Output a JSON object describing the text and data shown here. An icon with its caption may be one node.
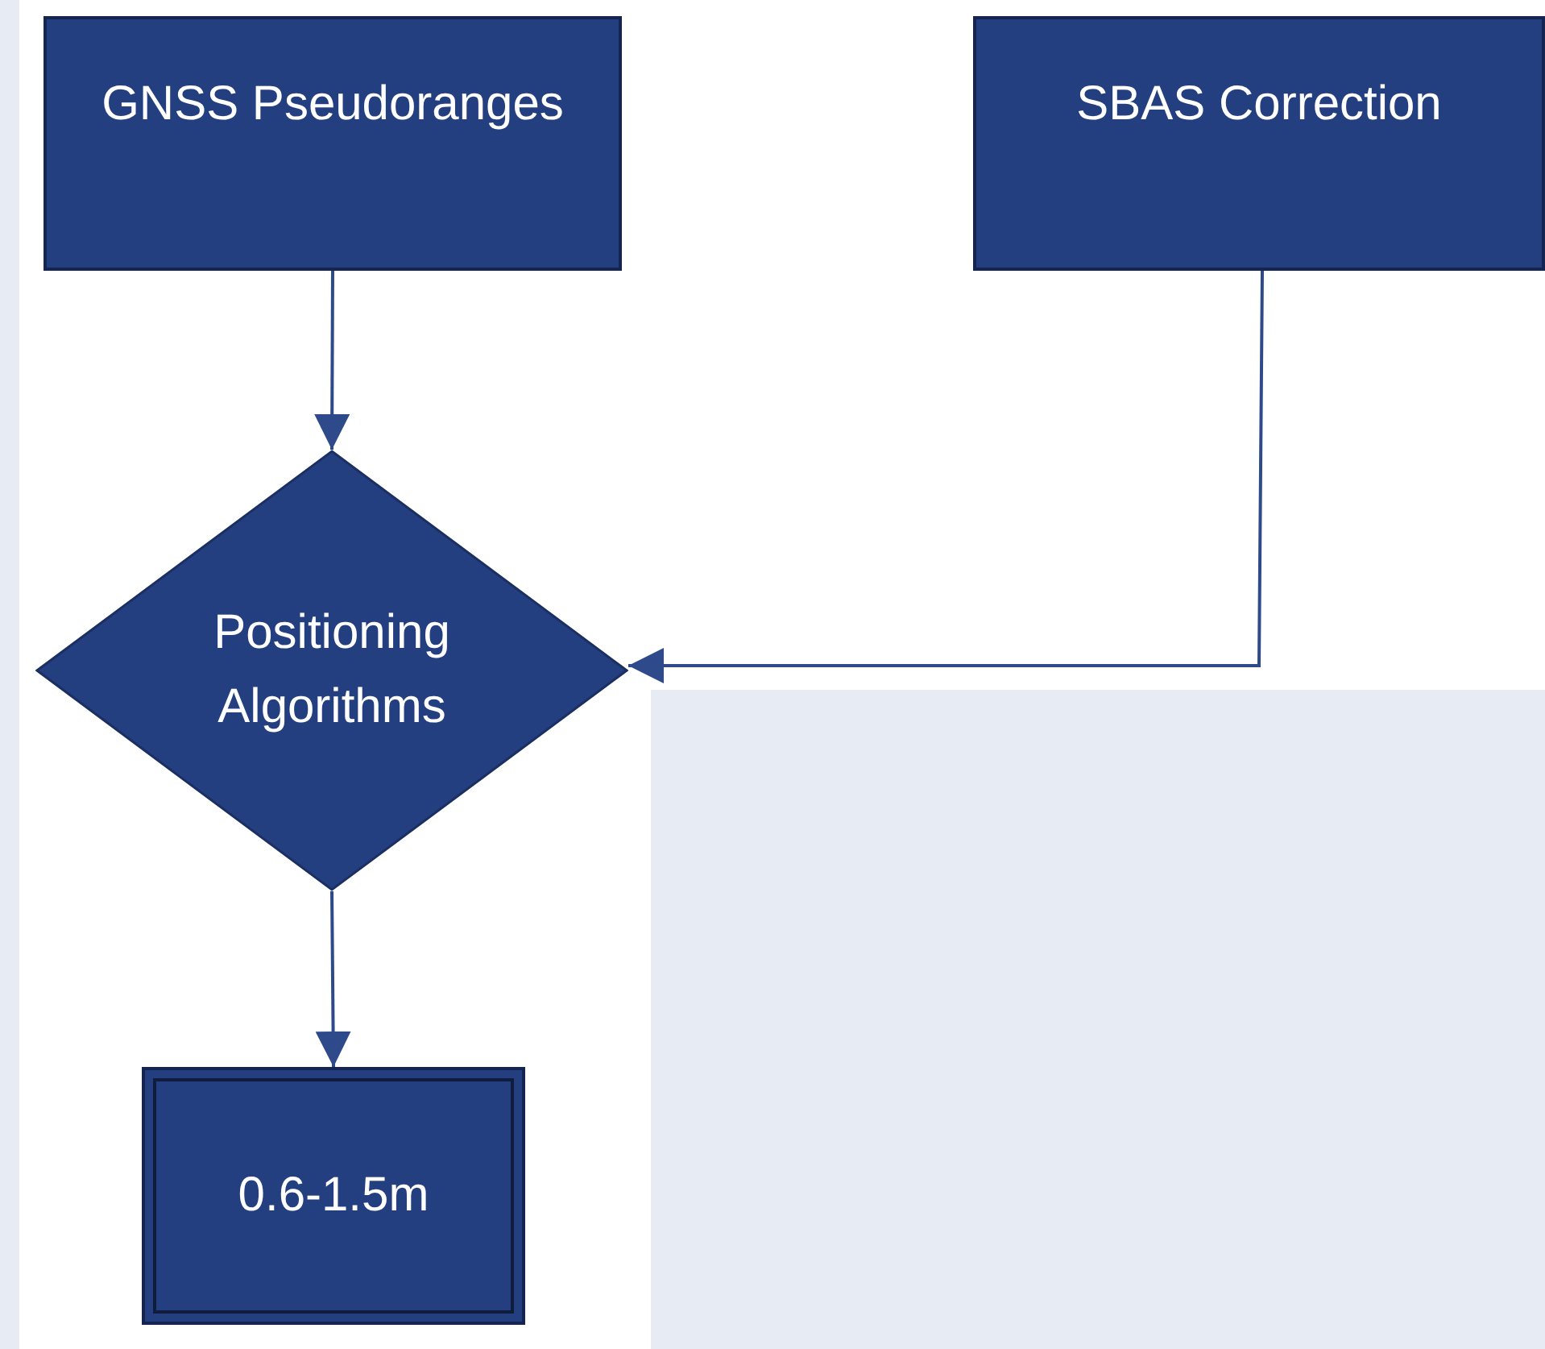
{
  "diagram": {
    "nodes": [
      {
        "text": [
          "GNSS Pseudoranges"
        ]
      },
      {
        "text": [
          "SBAS Correction"
        ]
      },
      {
        "text": [
          "Positioning Algorithms"
        ]
      },
      {
        "text": [
          "0.6-1.5m"
        ]
      }
    ],
    "edges": [
      {
        "from": 0,
        "to": 2,
        "arrow": "to"
      },
      {
        "from": 1,
        "to": 2,
        "arrow": "to"
      },
      {
        "from": 2,
        "to": 3,
        "arrow": "to"
      }
    ]
  }
}
